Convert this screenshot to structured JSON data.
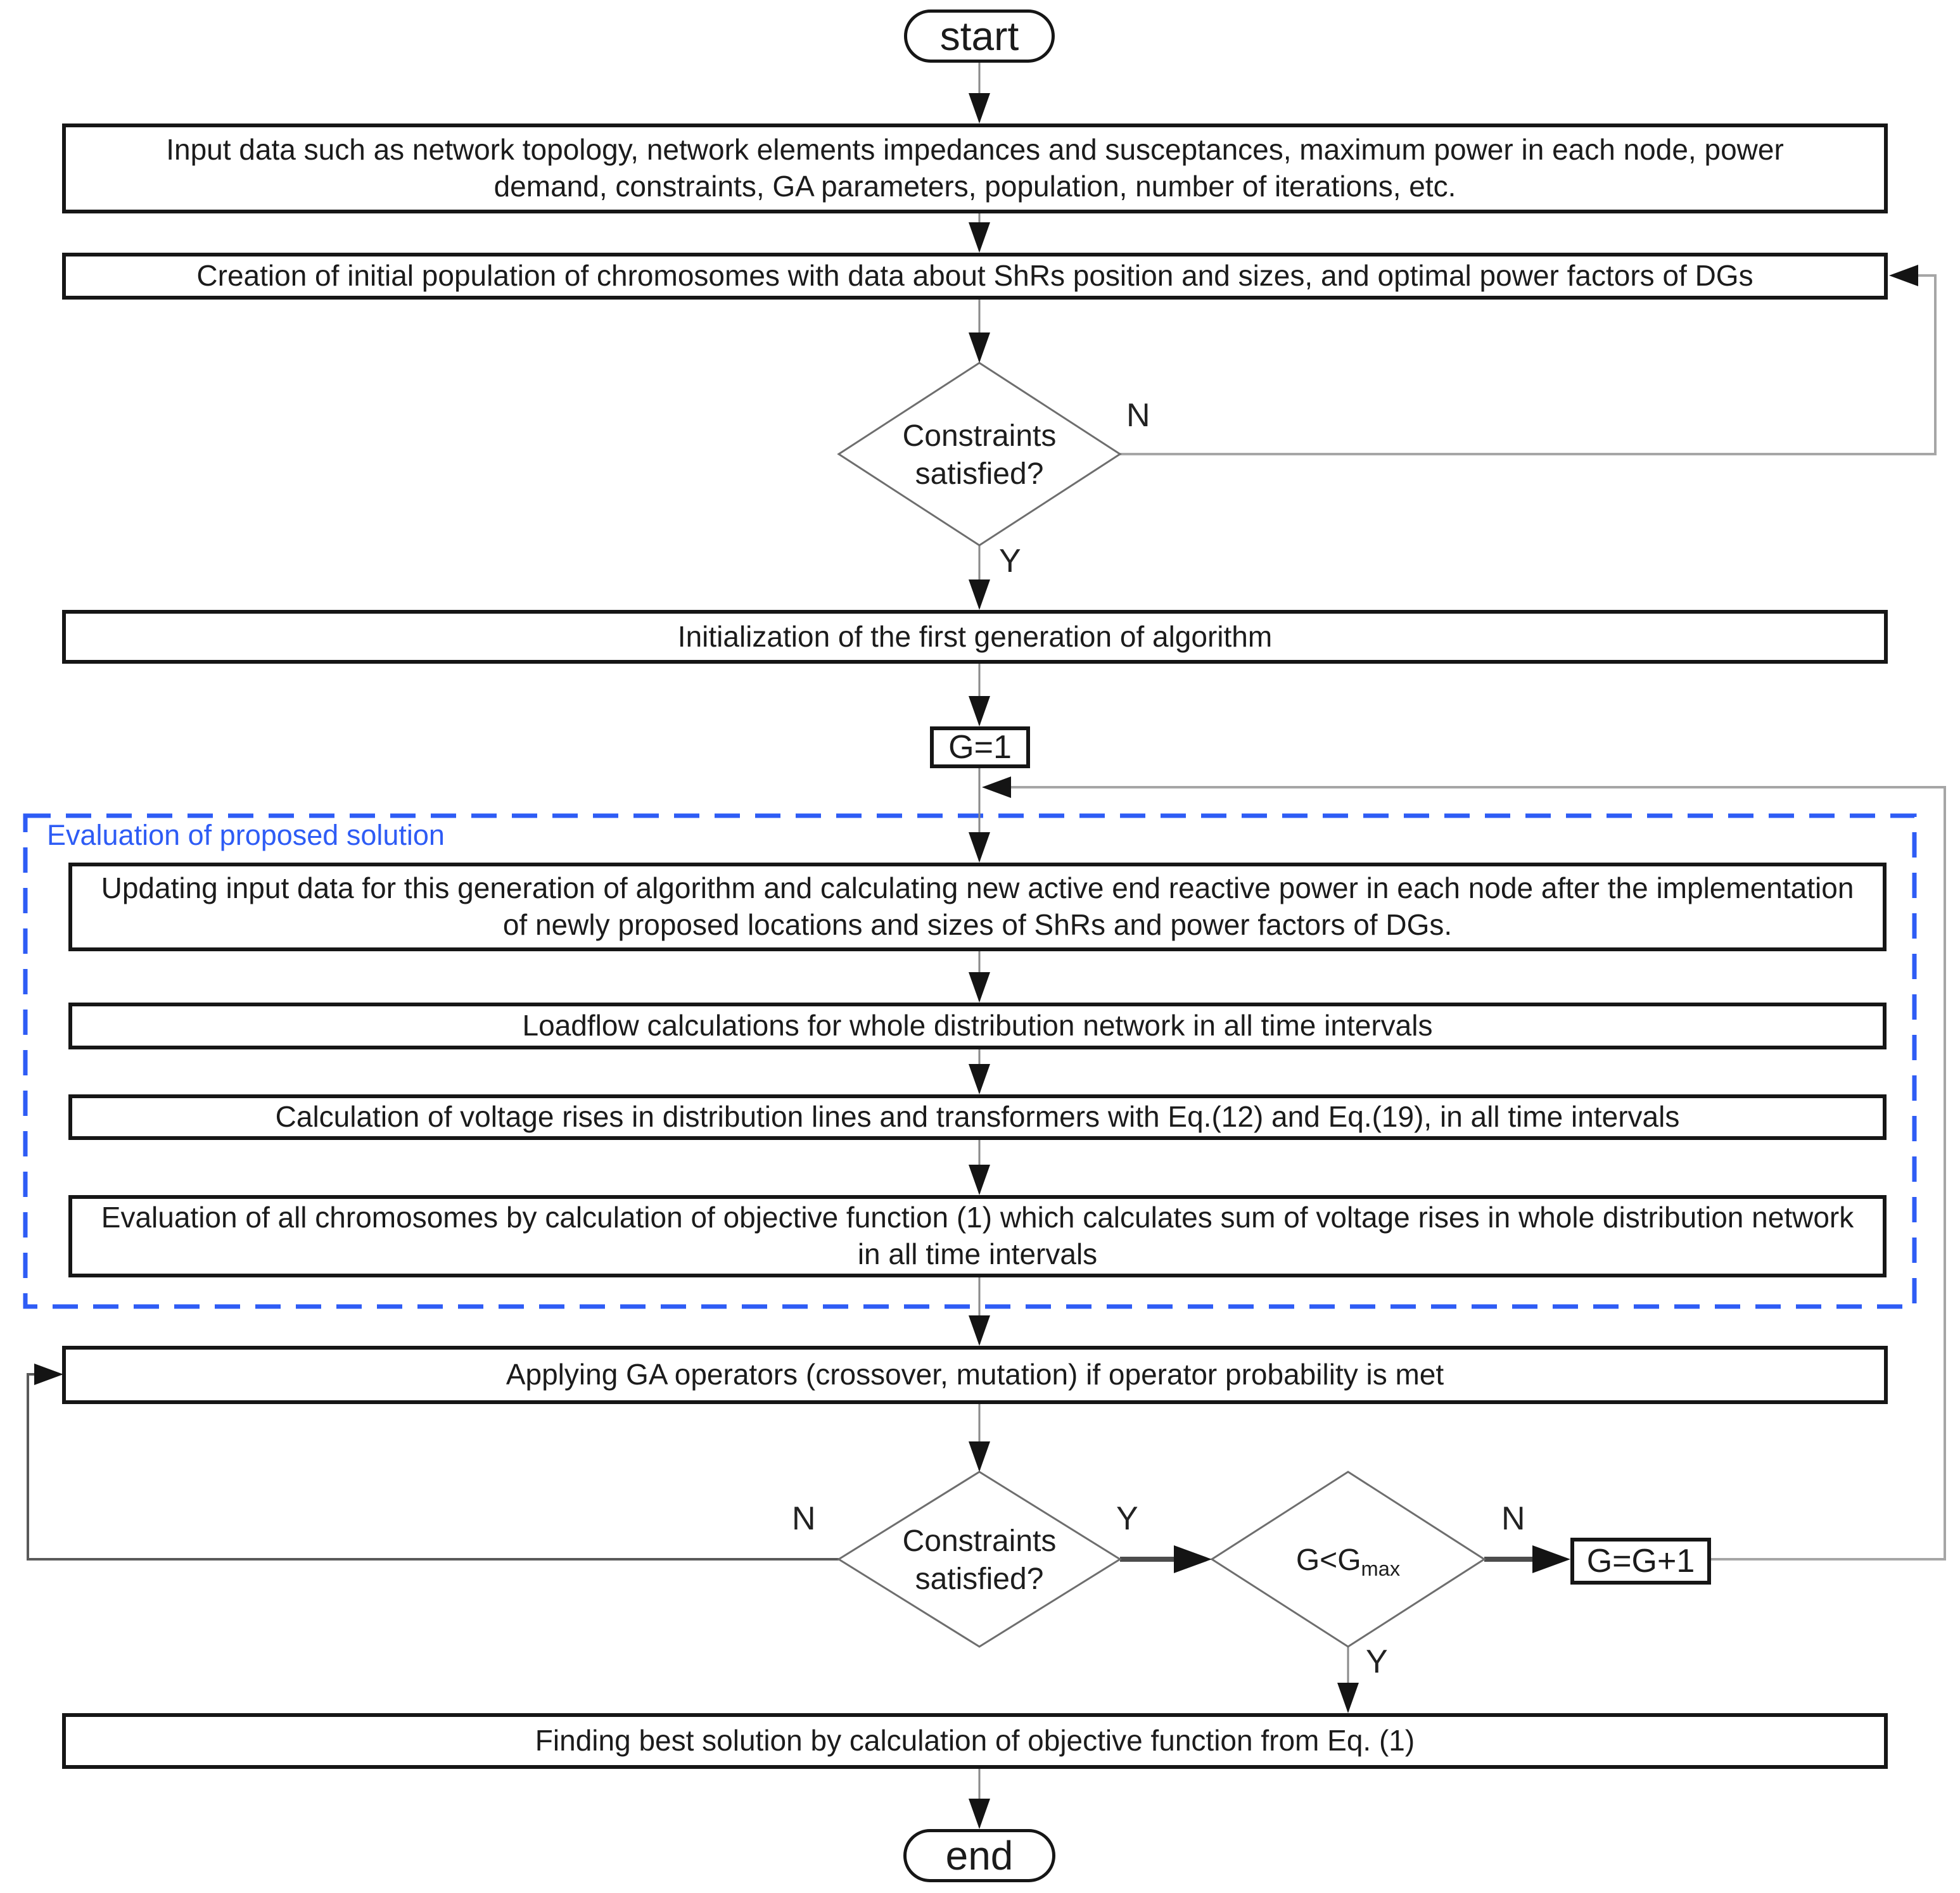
{
  "terminators": {
    "start": "start",
    "end": "end"
  },
  "process_boxes": {
    "input_data": "Input data such as network topology, network elements impedances and susceptances, maximum power in each node, power demand, constraints, GA parameters, population, number of iterations, etc.",
    "creation": "Creation of initial population of chromosomes with data about ShRs position and sizes, and optimal power factors of DGs",
    "initialization": "Initialization of the first generation of algorithm",
    "g_init": "G=1",
    "updating": "Updating input data for this generation of algorithm and calculating new active end reactive power in each node after the implementation of newly proposed locations and sizes of ShRs and power factors of DGs.",
    "loadflow": "Loadflow calculations for whole distribution network in all time intervals",
    "voltage_rises": "Calculation of voltage rises in distribution lines and transformers with Eq.(12) and Eq.(19), in all time intervals",
    "evaluation_chromosomes": "Evaluation of all chromosomes by calculation of objective function (1) which calculates sum of voltage rises in whole distribution network in all time intervals",
    "ga_operators": "Applying GA operators (crossover, mutation) if operator probability is met",
    "g_increment": "G=G+1",
    "finding_best": "Finding best solution by calculation of objective function from Eq. (1)"
  },
  "decisions": {
    "constraints_initial": {
      "line1": "Constraints",
      "line2": "satisfied?",
      "no": "N",
      "yes": "Y"
    },
    "constraints_after_ga": {
      "line1": "Constraints",
      "line2": "satisfied?",
      "no": "N",
      "yes": "Y"
    },
    "generation_limit": {
      "main": "G<G",
      "sub": "max",
      "no": "N",
      "yes": "Y"
    }
  },
  "group": {
    "label": "Evaluation of proposed solution"
  },
  "colors": {
    "group_accent": "#2e5cf5",
    "connector_gray": "#8a8a8a",
    "text": "#1b1b1b"
  }
}
